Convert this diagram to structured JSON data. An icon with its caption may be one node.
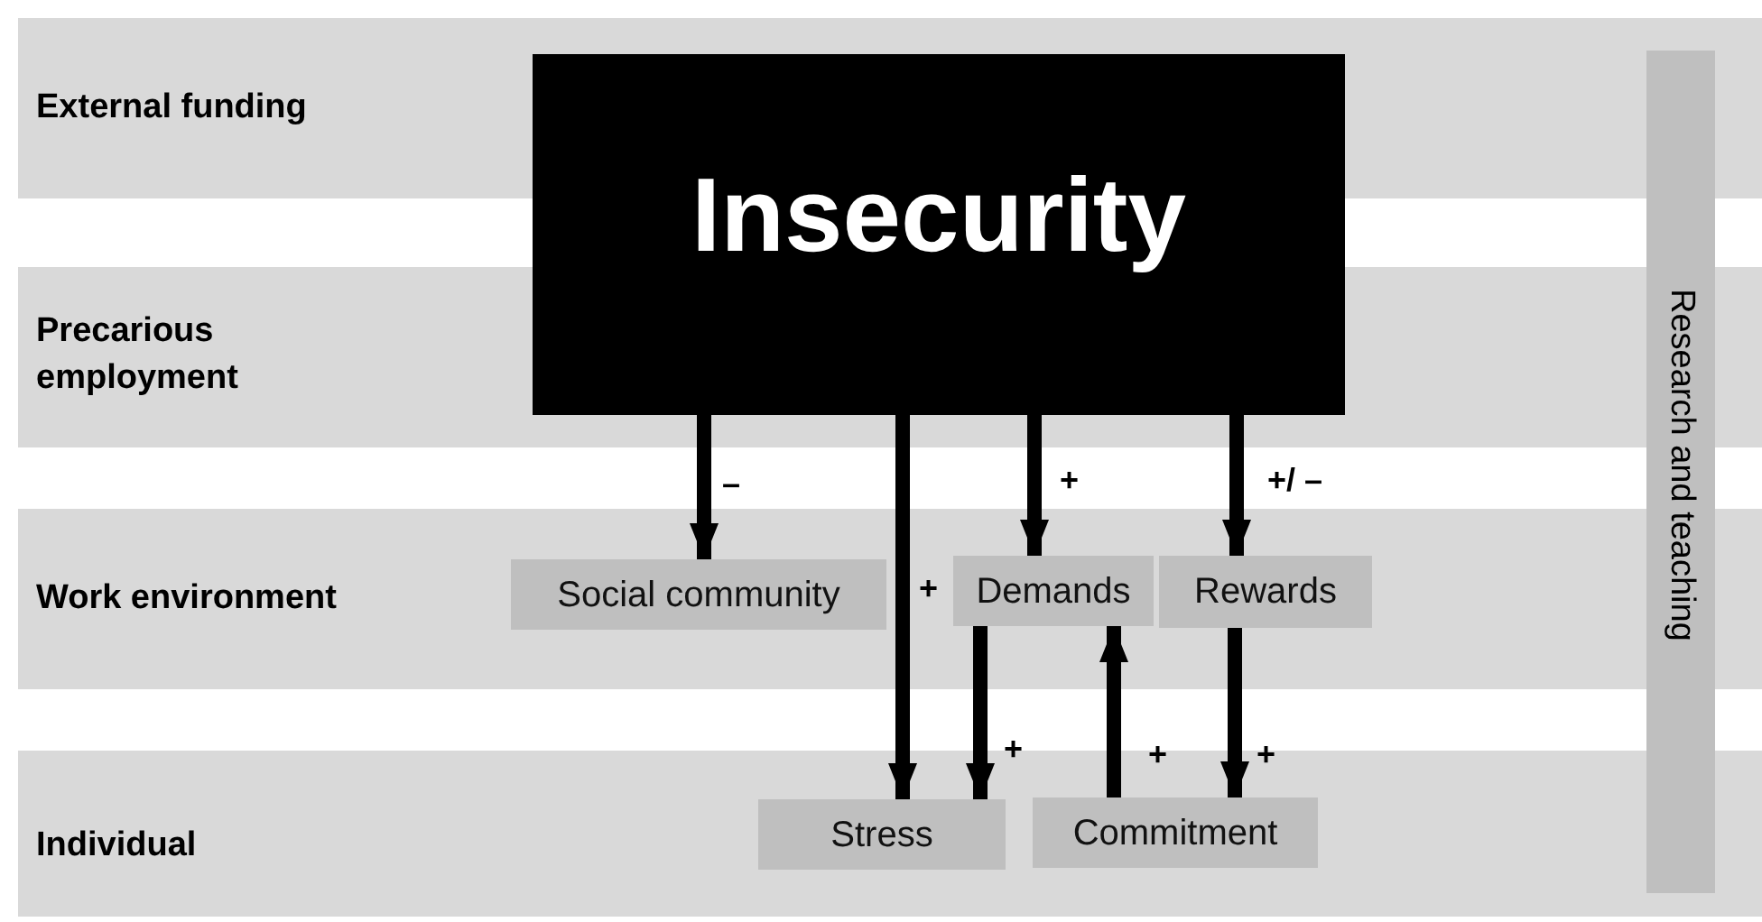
{
  "diagram": {
    "nodes": [
      {
        "text": [
          "External funding"
        ]
      },
      {
        "text": [
          "Precarious employment"
        ]
      },
      {
        "text": [
          "Work environment"
        ]
      },
      {
        "text": [
          "Individual"
        ]
      },
      {
        "text": [
          "Insecurity"
        ]
      },
      {
        "text": [
          "Social community"
        ],
        "in": 2
      },
      {
        "text": [
          "Demands"
        ],
        "in": 2
      },
      {
        "text": [
          "Rewards"
        ],
        "in": 2
      },
      {
        "text": [
          "Stress"
        ],
        "in": 3
      },
      {
        "text": [
          "Commitment"
        ],
        "in": 3
      },
      {
        "text": [
          "Research and teaching"
        ]
      }
    ],
    "edges": [
      {
        "from": 4,
        "to": 5,
        "arrow": "to",
        "label": "–"
      },
      {
        "from": 4,
        "to": 8,
        "arrow": "to",
        "label": "+"
      },
      {
        "from": 4,
        "to": 6,
        "arrow": "to",
        "label": "+"
      },
      {
        "from": 4,
        "to": 7,
        "arrow": "to",
        "label": "+/ –"
      },
      {
        "from": 6,
        "to": 8,
        "arrow": "to",
        "label": "+"
      },
      {
        "from": 9,
        "to": 6,
        "arrow": "to",
        "label": "+"
      },
      {
        "from": 7,
        "to": 9,
        "arrow": "to",
        "label": "+"
      }
    ]
  }
}
